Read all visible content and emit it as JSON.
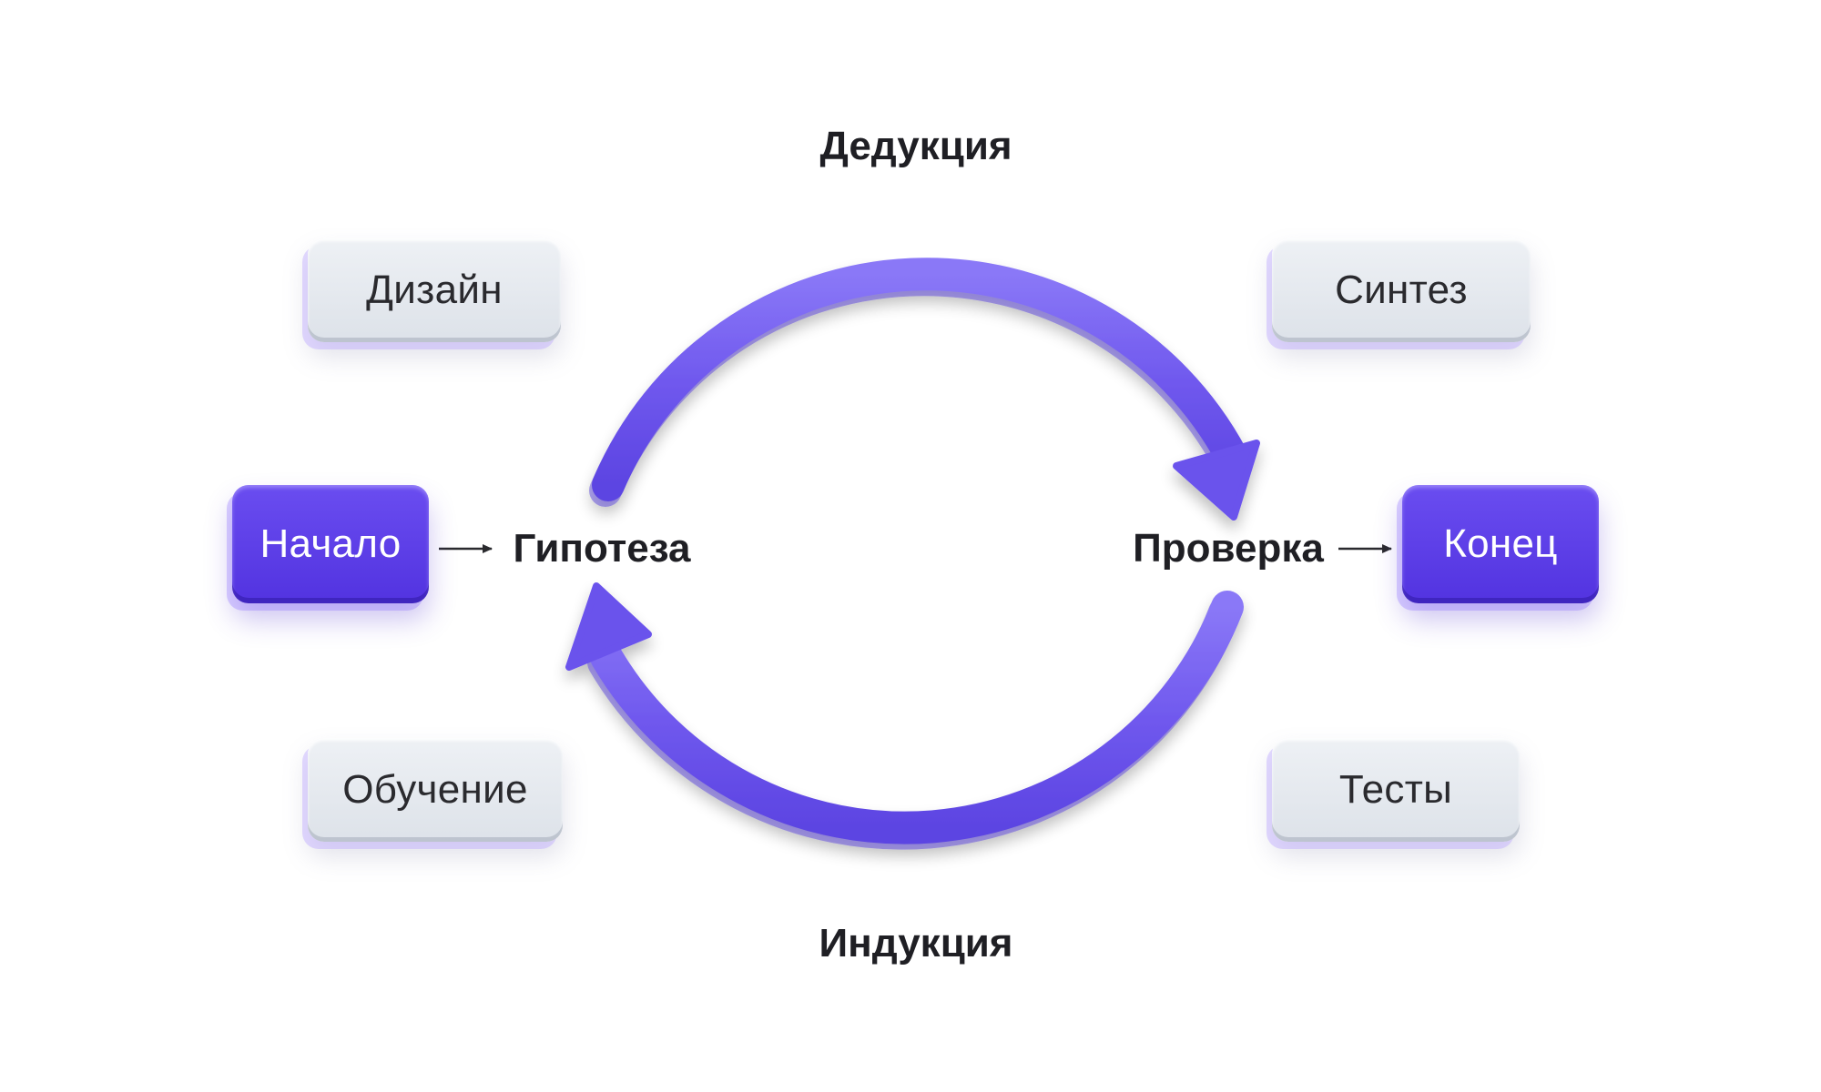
{
  "diagram": {
    "top_label": "Дедукция",
    "bottom_label": "Индукция",
    "left_node": "Гипотеза",
    "right_node": "Проверка",
    "boxes": {
      "top_left": "Дизайн",
      "top_right": "Синтез",
      "bottom_left": "Обучение",
      "bottom_right": "Тесты",
      "start": "Начало",
      "end": "Конец"
    }
  },
  "colors": {
    "accent_purple": "#5a3fe6",
    "arrow_purple": "#7b66f2",
    "grey_box": "#e3e7ed",
    "text_dark": "#1f1f24"
  }
}
